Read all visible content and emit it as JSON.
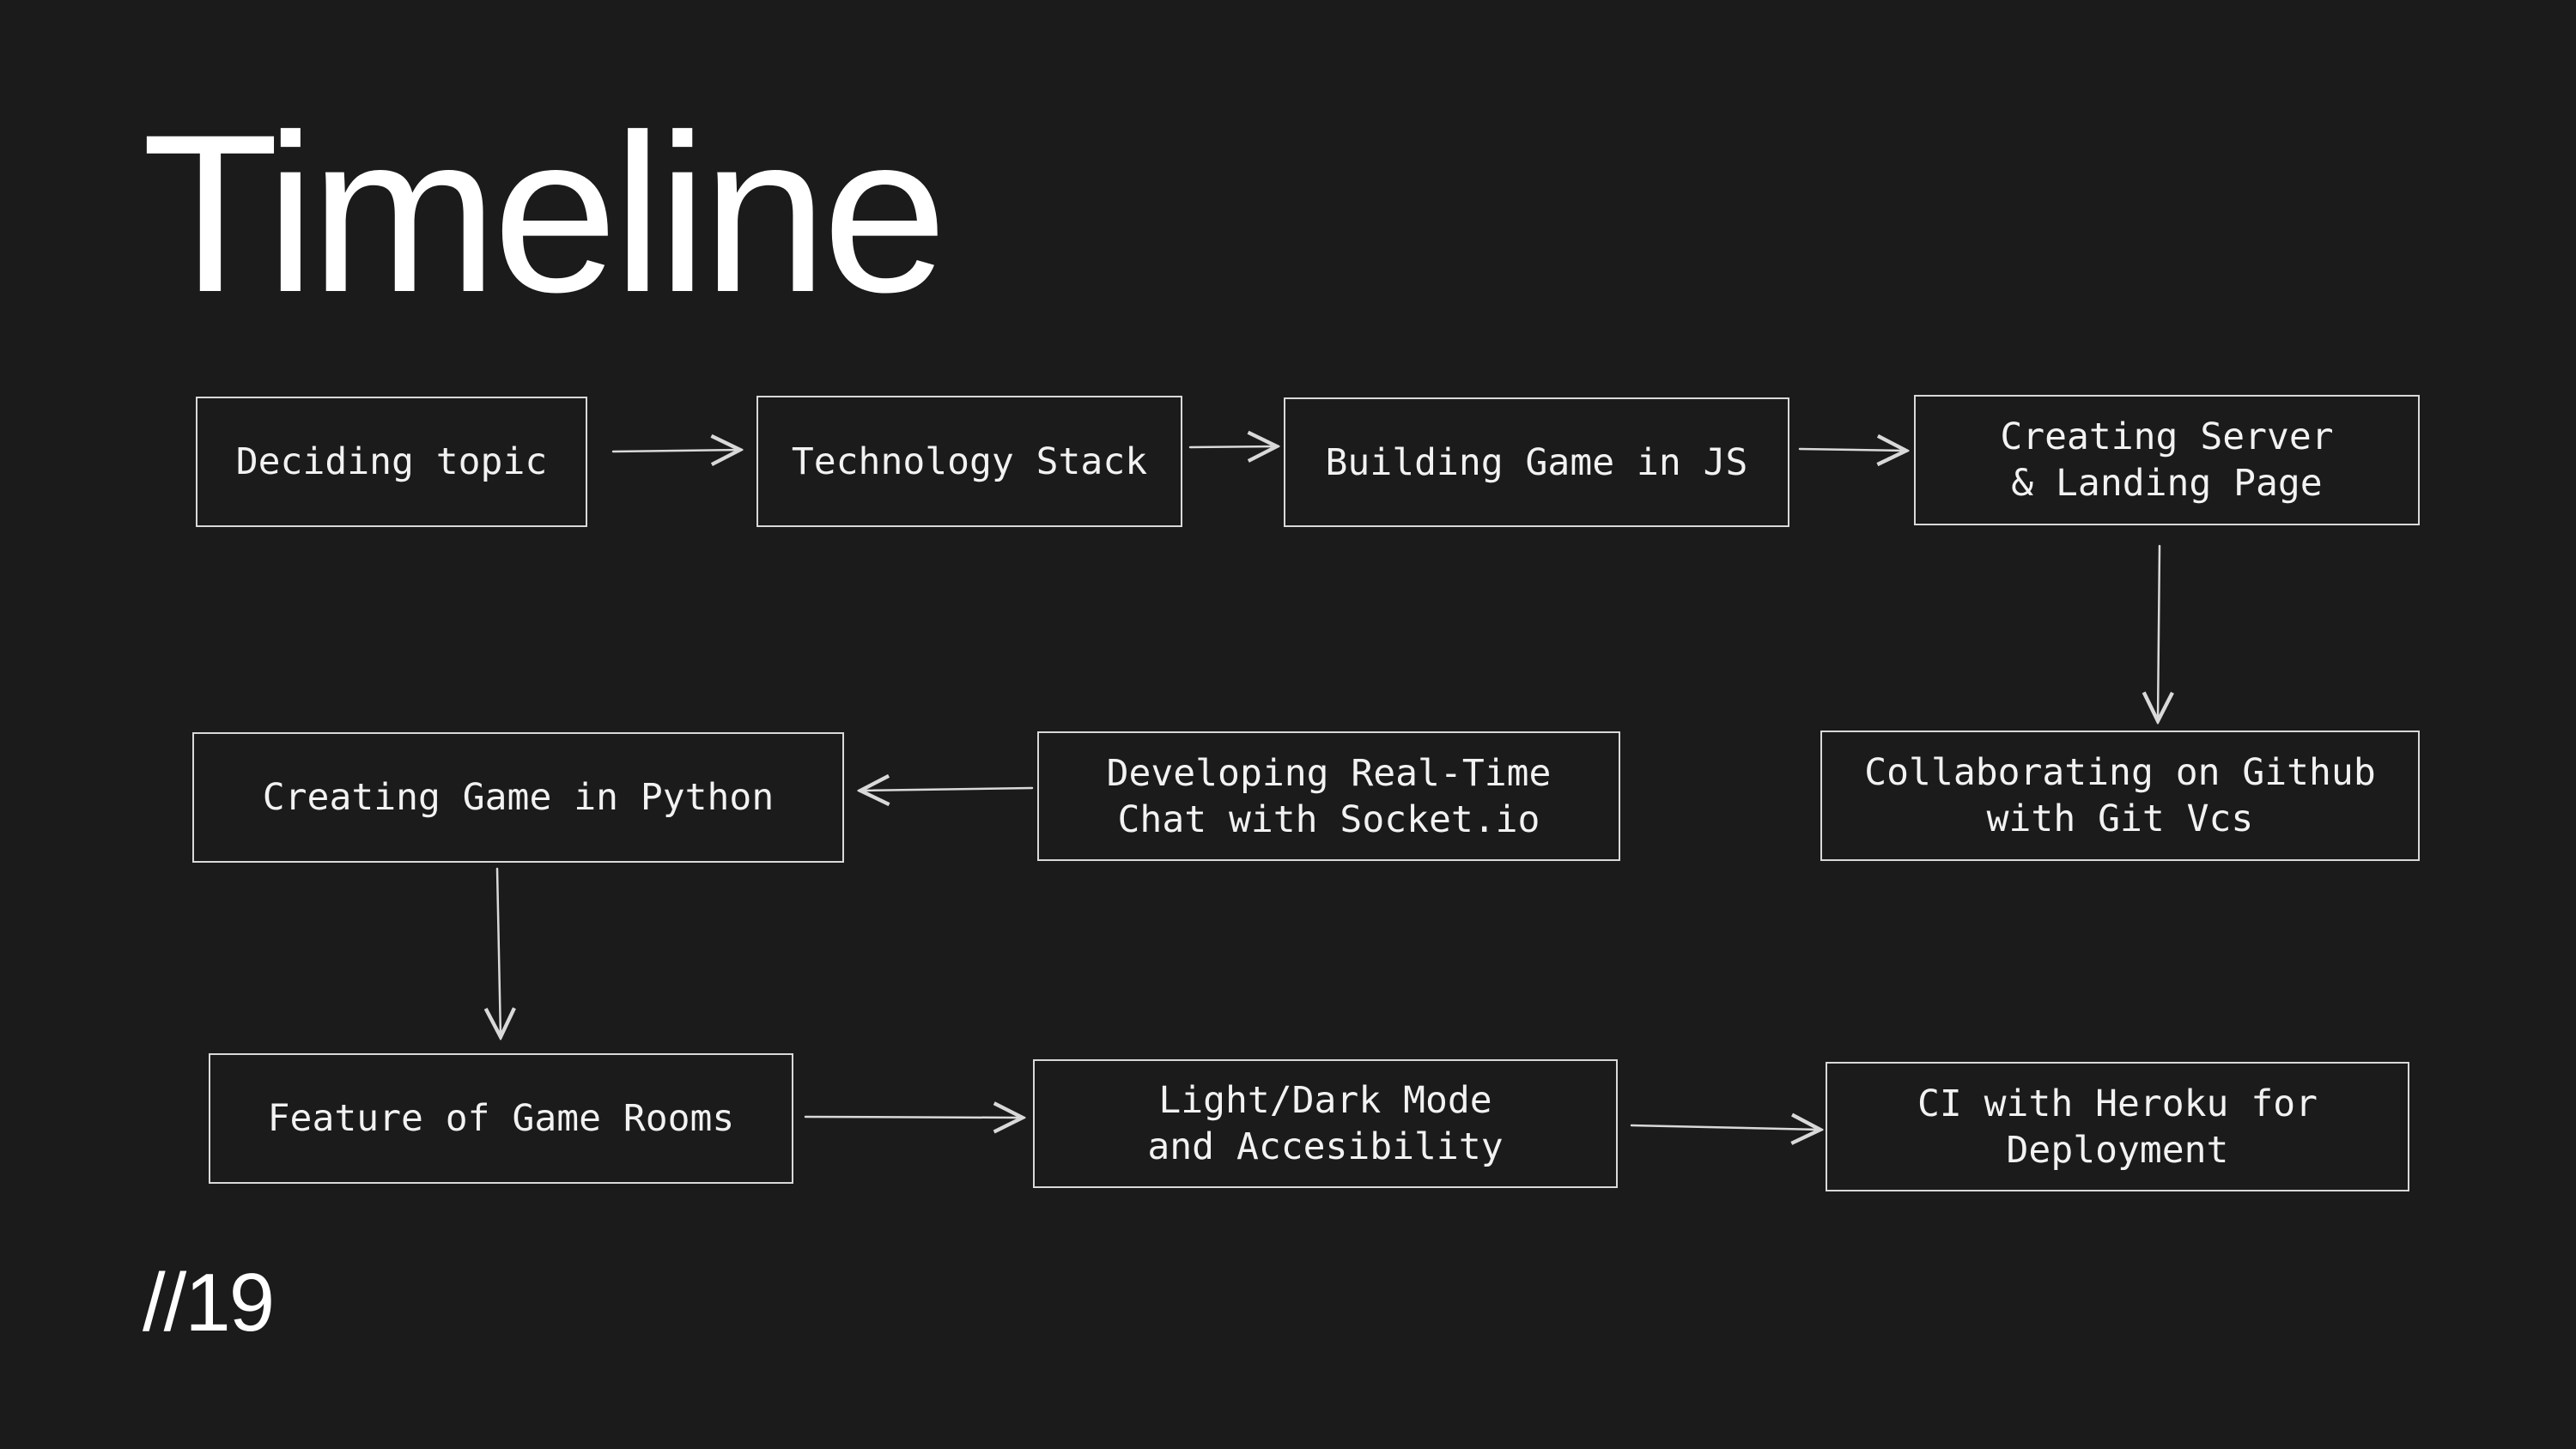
{
  "title": "Timeline",
  "page_number": "//19",
  "colors": {
    "background": "#1b1b1b",
    "foreground": "#ffffff",
    "stroke": "#d9d9d9"
  },
  "steps": [
    {
      "label": "Deciding topic"
    },
    {
      "label": "Technology Stack"
    },
    {
      "label": "Building Game in JS"
    },
    {
      "label": "Creating Server\n& Landing Page"
    },
    {
      "label": "Collaborating on Github\nwith Git Vcs"
    },
    {
      "label": "Developing Real-Time\nChat with Socket.io"
    },
    {
      "label": "Creating Game in Python"
    },
    {
      "label": "Feature of Game Rooms"
    },
    {
      "label": "Light/Dark Mode\nand Accesibility"
    },
    {
      "label": "CI with Heroku for\nDeployment"
    }
  ]
}
